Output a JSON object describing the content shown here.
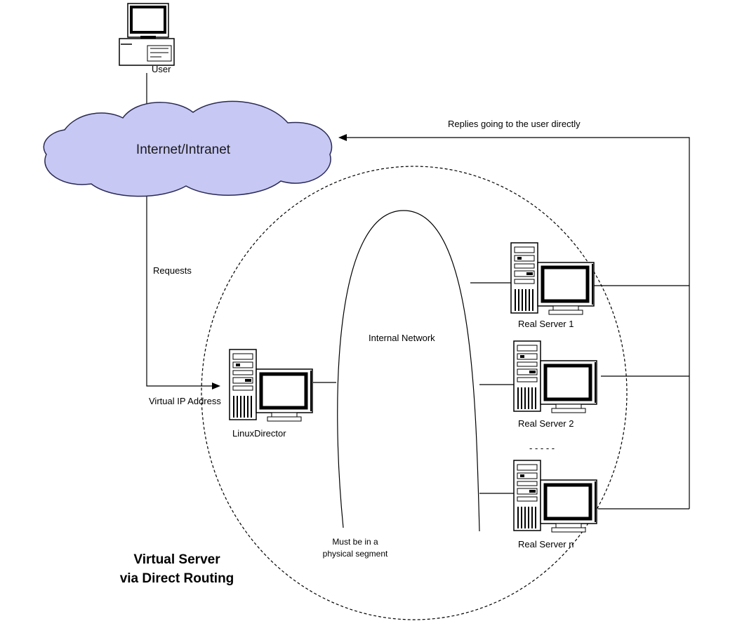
{
  "diagram": {
    "cloud_label": "Internet/Intranet",
    "user_label": "User",
    "requests_label": "Requests",
    "replies_label": "Replies going to the user directly",
    "vip_label": "Virtual IP Address",
    "director_label": "LinuxDirector",
    "internal_network_label": "Internal Network",
    "segment_label_line1": "Must be in a",
    "segment_label_line2": "physical segment",
    "servers": [
      {
        "label": "Real Server 1"
      },
      {
        "label": "Real Server 2"
      },
      {
        "label": "Real Server n"
      }
    ],
    "ellipsis": "- - - - -",
    "title_line1": "Virtual Server",
    "title_line2": "via Direct Routing"
  },
  "colors": {
    "cloud_fill": "#c7c8f4",
    "cloud_stroke": "#2a2a55",
    "screen_fill": "#000000",
    "case_fill": "#ffffff"
  }
}
